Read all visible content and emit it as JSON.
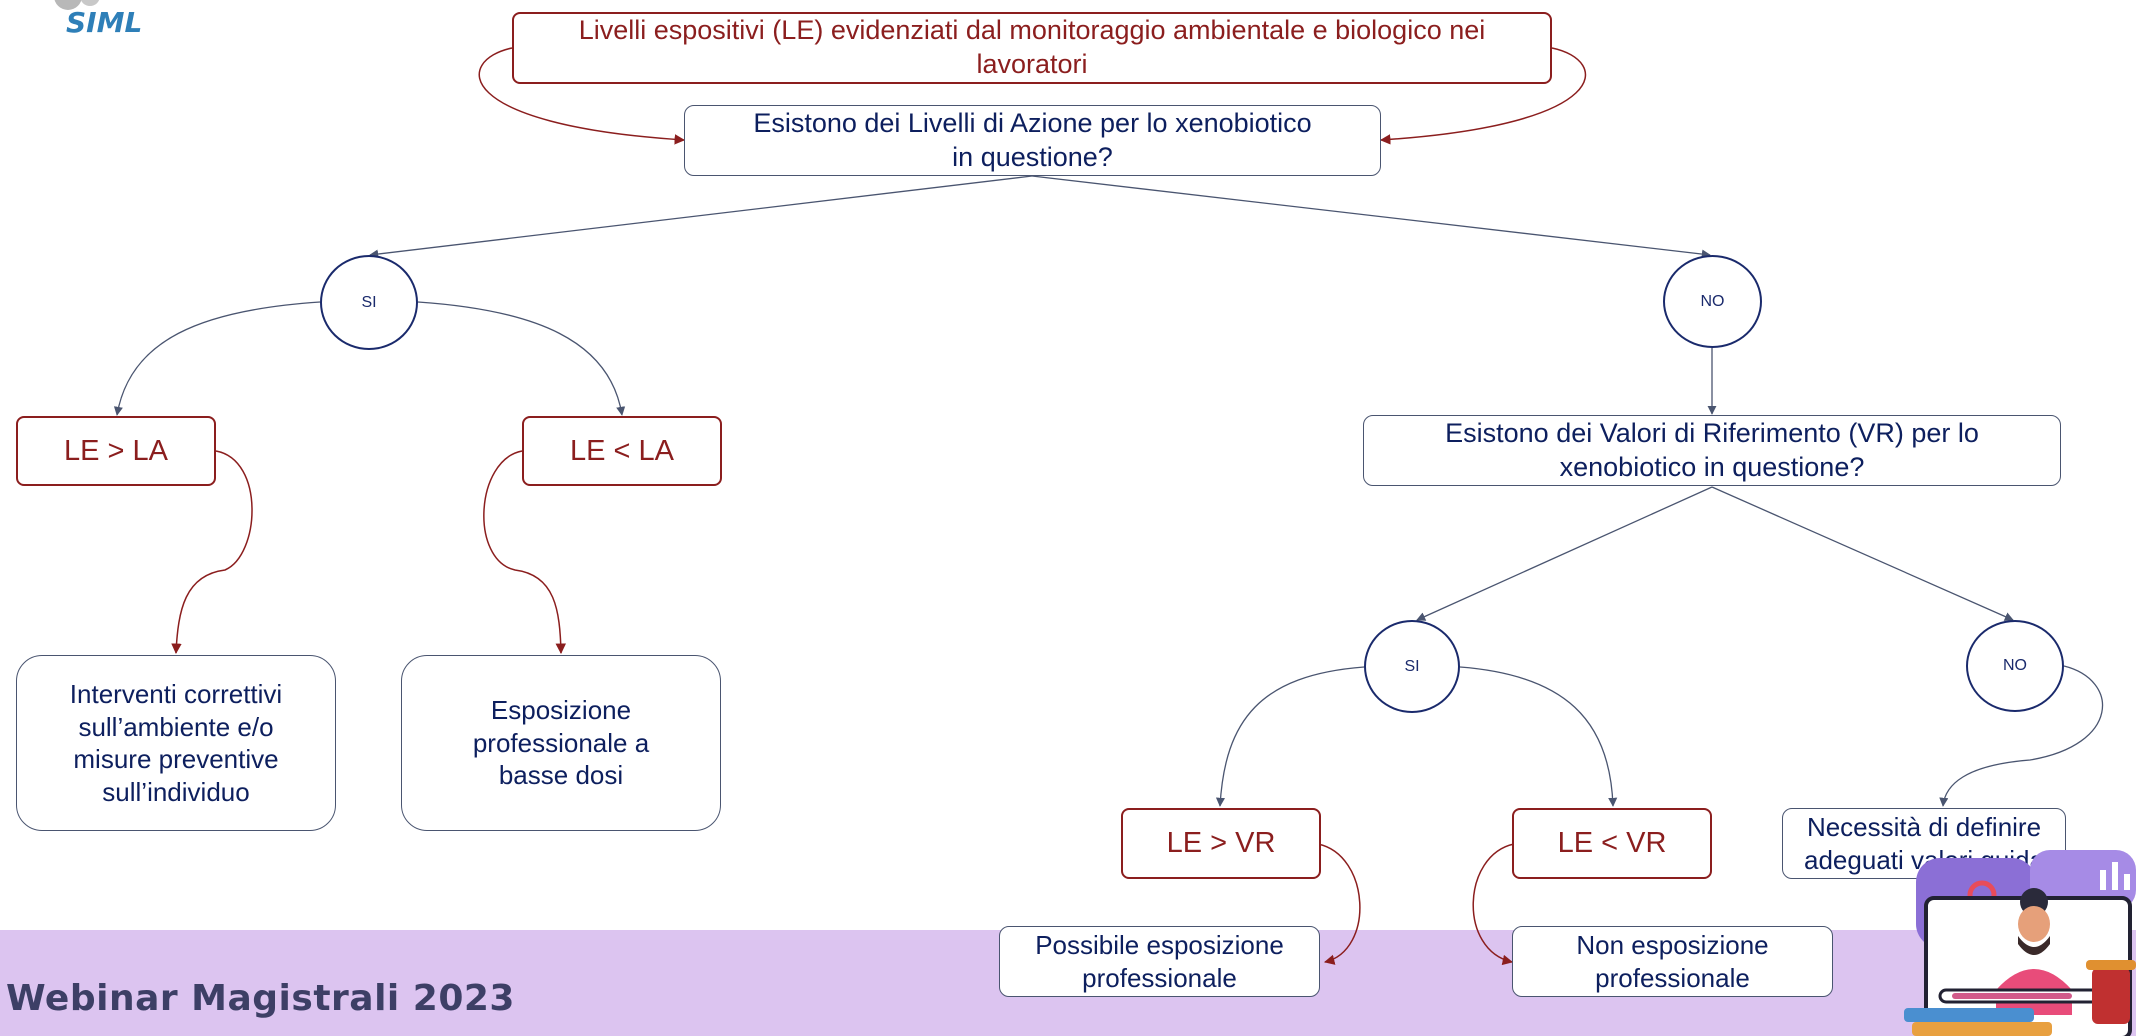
{
  "logo": {
    "text": "SIML"
  },
  "footer": {
    "title": "Webinar Magistrali 2023"
  },
  "nodes": {
    "le_top": "Livelli espositivi (LE) evidenziati dal monitoraggio ambientale e biologico nei lavoratori",
    "la_question": "Esistono dei Livelli di Azione per lo xenobiotico in questione?",
    "si1": "SI",
    "no1": "NO",
    "le_gt_la": "LE > LA",
    "le_lt_la": "LE < LA",
    "interventi": "Interventi correttivi sull’ambiente e/o misure preventive sull’individuo",
    "esposizione_basse": "Esposizione professionale a basse dosi",
    "vr_question": "Esistono dei Valori di Riferimento (VR) per lo xenobiotico in questione?",
    "si2": "SI",
    "no2": "NO",
    "le_gt_vr": "LE > VR",
    "le_lt_vr": "LE < VR",
    "necessita": "Necessità di definire adeguati valori guida",
    "possibile": "Possibile esposizione professionale",
    "non_esposizione": "Non esposizione professionale"
  },
  "colors": {
    "red": "#8b1e1e",
    "navy": "#0d1f5e",
    "connector": "#4a5570",
    "footer_band": "#dcc4f0"
  }
}
